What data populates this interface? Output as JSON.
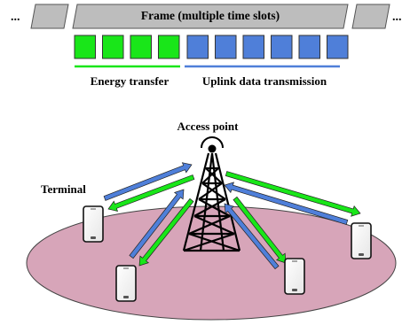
{
  "frame": {
    "label": "Frame (multiple time slots)",
    "left_ellipsis": "...",
    "right_ellipsis": "...",
    "energy_slots": 4,
    "data_slots": 6,
    "energy_label": "Energy transfer",
    "data_label": "Uplink data transmission"
  },
  "network": {
    "access_point_label": "Access point",
    "terminal_label": "Terminal",
    "terminal_count": 4
  },
  "colors": {
    "energy": "#19e619",
    "data": "#4f7fd9",
    "area_fill": "#d7a5b9",
    "frame_fill": "#bdbdbd"
  }
}
